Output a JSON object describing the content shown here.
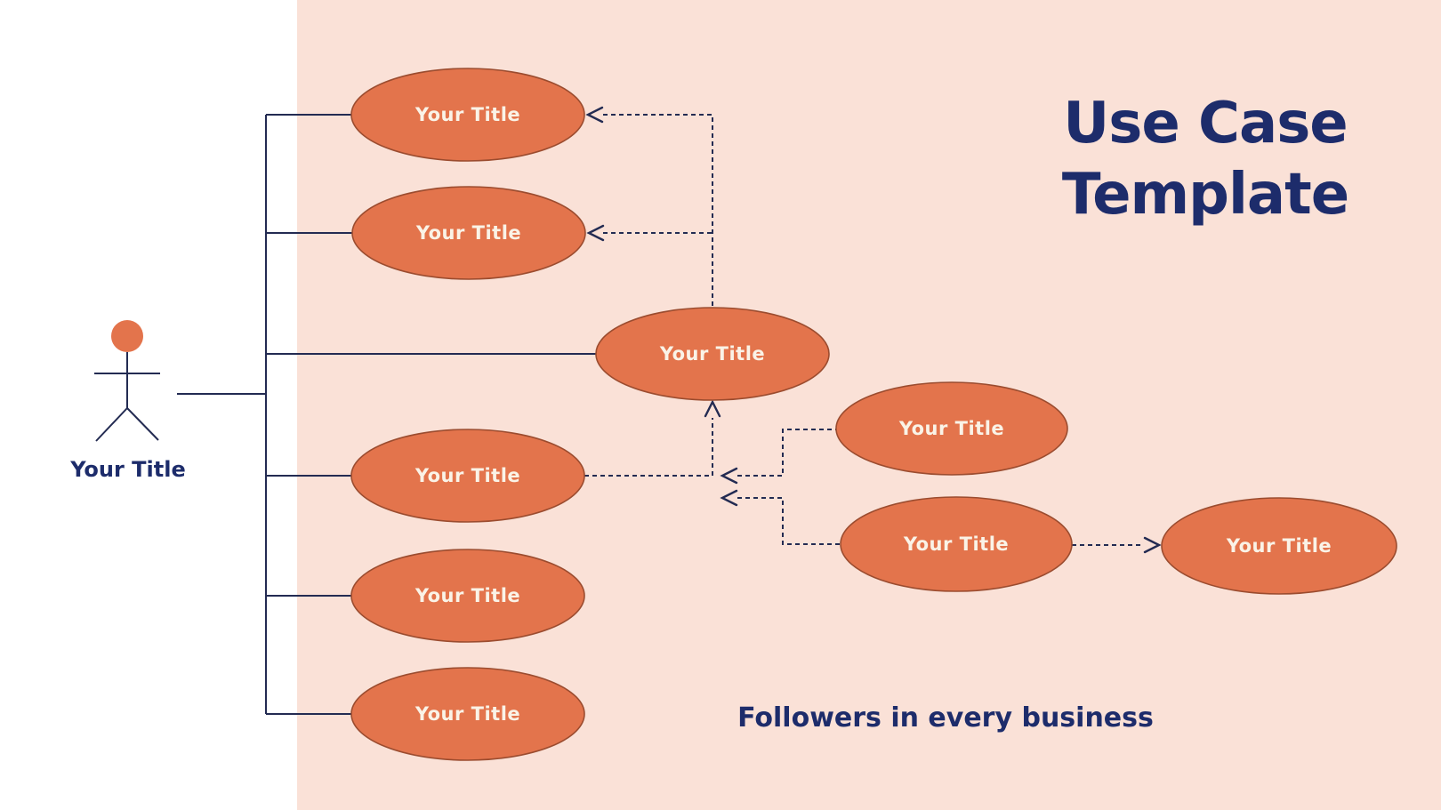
{
  "title": {
    "line1": "Use Case",
    "line2": "Template"
  },
  "subtitle": "Followers in every business",
  "actor": {
    "label": "Your Title"
  },
  "nodes": [
    {
      "id": "left-1",
      "label": "Your Title"
    },
    {
      "id": "left-2",
      "label": "Your Title"
    },
    {
      "id": "center",
      "label": "Your Title"
    },
    {
      "id": "left-3",
      "label": "Your Title"
    },
    {
      "id": "left-4",
      "label": "Your Title"
    },
    {
      "id": "left-5",
      "label": "Your Title"
    },
    {
      "id": "right-1",
      "label": "Your Title"
    },
    {
      "id": "right-2",
      "label": "Your Title"
    },
    {
      "id": "far-right",
      "label": "Your Title"
    }
  ],
  "colors": {
    "background": "#ffffff",
    "panel_pink": "#fae1d7",
    "node_fill": "#e3744c",
    "node_stroke": "#9b4c2f",
    "line_navy": "#232b52",
    "heading_navy": "#1d2c6b",
    "node_text": "#faf3e7"
  }
}
